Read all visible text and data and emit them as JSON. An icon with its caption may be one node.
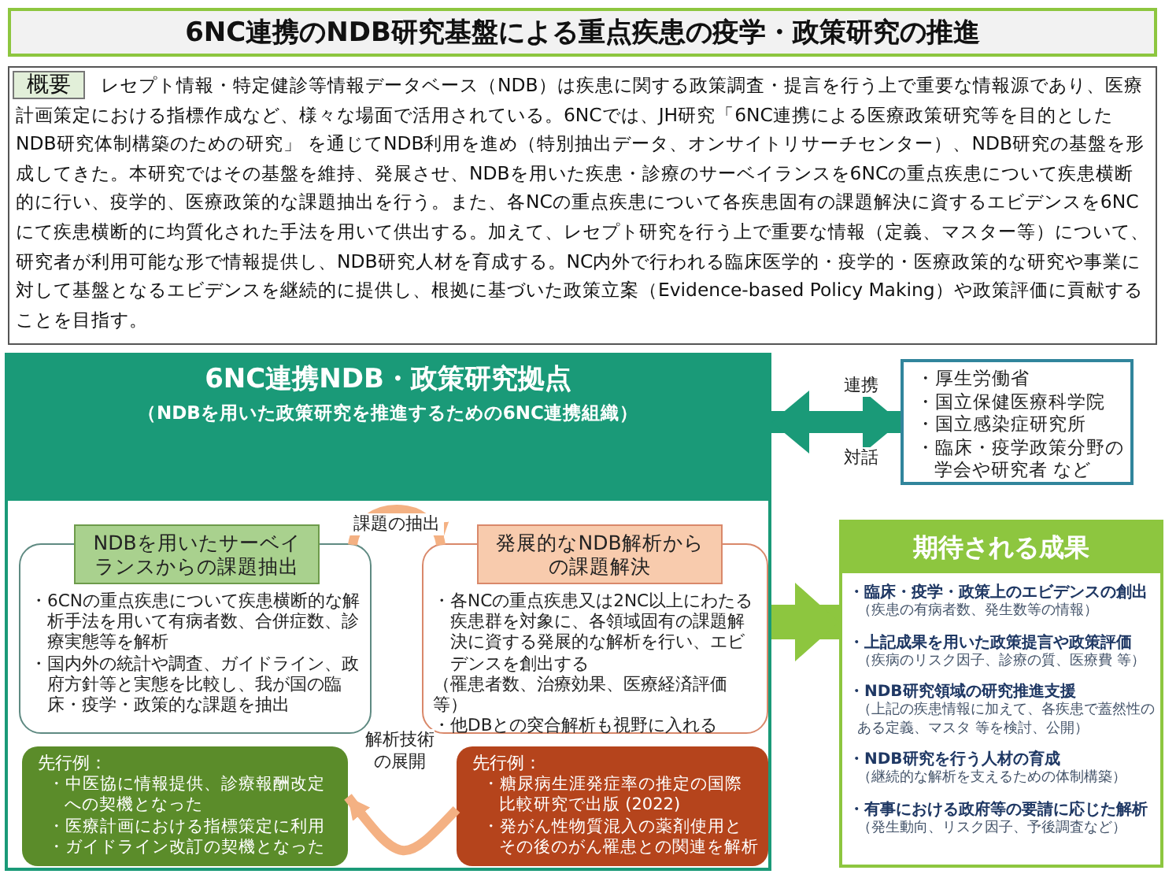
{
  "diagram": {
    "nodes": [
      {
        "text": [
          "6NC連携のNDB研究基盤による重点疾患の疫学・政策研究の推進"
        ]
      },
      {
        "text": [
          "概要",
          "レセプト情報・特定健診等情報データベース（NDB）は疾患に関する政策調査・提言を行う上で重要な情報源であり、医療計画策定における指標作成など、様々な場面で活用されている。6NCでは、JH研究「6NC連携による医療政策研究等を目的としたNDB研究体制構築のための研究」 を通じてNDB利用を進め（特別抽出データ、オンサイトリサーチセンター）、NDB研究の基盤を形成してきた。本研究ではその基盤を維持、発展させ、NDBを用いた疾患・診療のサーベイランスを6NCの重点疾患について疾患横断的に行い、疫学的、医療政策的な課題抽出を行う。また、各NCの重点疾患について各疾患固有の課題解決に資するエビデンスを6NCにて疾患横断的に均質化された手法を用いて供出する。加えて、レセプト研究を行う上で重要な情報（定義、マスター等）について、研究者が利用可能な形で情報提供し、NDB研究人材を育成する。NC内外で行われる臨床医学的・疫学的・医療政策的な研究や事業に対して基盤となるエビデンスを継続的に提供し、根拠に基づいた政策立案（Evidence-based Policy Making）や政策評価に貢献することを目指す。"
        ]
      },
      {
        "text": [
          "6NC連携NDB・政策研究拠点",
          "（NDBを用いた政策研究を推進するための6NC連携組織）"
        ]
      },
      {
        "text": [
          "NDBを用いたサーベイランスからの課題抽出",
          "・6CNの重点疾患について疾患横断的な解析手法を用いて有病者数、合併症数、診療実態等を解析",
          "・国内外の統計や調査、ガイドライン、政府方針等と実態を比較し、我が国の臨床・疫学・政策的な課題を抽出"
        ],
        "in": 2
      },
      {
        "text": [
          "発展的なNDB解析からの課題解決",
          "・各NCの重点疾患又は2NC以上にわたる疾患群を対象に、各領域固有の課題解決に資する発展的な解析を行い、エビデンスを創出する",
          "（罹患者数、治療効果、医療経済評価等）",
          "・他DBとの突合解析も視野に入れる"
        ],
        "in": 2
      },
      {
        "text": [
          "先行例：",
          "・中医協に情報提供、診療報酬改定への契機となった",
          "・医療計画における指標策定に利用",
          "・ガイドライン改訂の契機となった"
        ],
        "in": 2
      },
      {
        "text": [
          "先行例：",
          "・糖尿病生涯発症率の推定の国際比較研究で出版 (2022)",
          "・発がん性物質混入の薬剤使用とその後のがん罹患との関連を解析"
        ],
        "in": 2
      },
      {
        "text": [
          "・厚生労働省",
          "・国立保健医療科学院",
          "・国立感染症研究所",
          "・臨床・疫学政策分野の学会や研究者 など"
        ]
      },
      {
        "text": [
          "期待される成果",
          "・臨床・疫学・政策上のエビデンスの創出",
          "（疾患の有病者数、発生数等の情報）",
          "・上記成果を用いた政策提言や政策評価",
          "（疾病のリスク因子、診療の質、医療費 等）",
          "・NDB研究領域の研究推進支援",
          "（上記の疾患情報に加えて、各疾患で蓋然性のある定義、マスタ 等を検討、公開）",
          "・NDB研究を行う人材の育成",
          "（継続的な解析を支えるための体制構築）",
          "・有事における政府等の要請に応じた解析",
          "（発生動向、リスク因子、予後調査など）"
        ]
      }
    ],
    "edges": [
      {
        "from": 2,
        "to": 7,
        "arrow": "both",
        "label": "連携",
        "style": "thick",
        "color": "#1a9a78"
      },
      {
        "from": 3,
        "to": 4,
        "arrow": "to",
        "label": "課題の抽出",
        "color": "#f4b183"
      },
      {
        "from": 6,
        "to": 5,
        "arrow": "to",
        "label": "解析技術の展開",
        "color": "#f4b183"
      },
      {
        "from": 2,
        "to": 8,
        "arrow": "to",
        "style": "thick",
        "color": "#8dc63f"
      }
    ],
    "labels": [
      "対話"
    ]
  }
}
